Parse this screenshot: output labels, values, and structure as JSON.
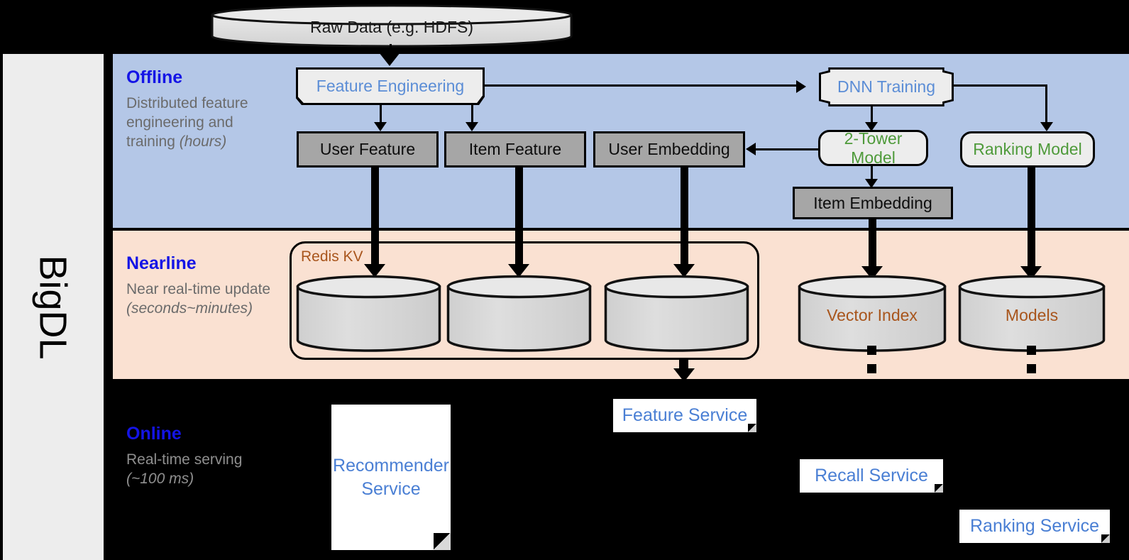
{
  "brand": {
    "name": "BigDL"
  },
  "source": {
    "label": "Raw Data (e.g. HDFS)"
  },
  "bands": {
    "offline": {
      "title": "Offline",
      "subtitle": "Distributed feature engineering and training ",
      "subtitle_italic": "(hours)"
    },
    "nearline": {
      "title": "Nearline",
      "subtitle": "Near real-time update ",
      "subtitle_italic": "(seconds~minutes)"
    },
    "online": {
      "title": "Online",
      "subtitle": "Real-time serving ",
      "subtitle_italic": "(~100 ms)"
    }
  },
  "offline": {
    "feature_engineering": "Feature Engineering",
    "dnn_training": "DNN Training",
    "user_feature": "User Feature",
    "item_feature": "Item Feature",
    "user_embedding": "User Embedding",
    "two_tower_model": "2-Tower Model",
    "ranking_model": "Ranking Model",
    "item_embedding": "Item Embedding"
  },
  "nearline": {
    "redis_kv": "Redis KV",
    "store_1": "",
    "store_2": "",
    "store_3": "",
    "vector_index": "Vector Index",
    "models": "Models"
  },
  "online": {
    "recommender_service": "Recommender Service",
    "feature_service": "Feature Service",
    "recall_service": "Recall Service",
    "ranking_service": "Ranking Service"
  },
  "colors": {
    "offline_band": "#b4c7e7",
    "nearline_band": "#fae1d2",
    "online_band": "#000000",
    "band_title": "#1414e6",
    "process_text": "#5b8dd6",
    "model_text": "#4e9a3a",
    "store_text": "#a8551c",
    "data_box": "#a6a6a6",
    "rail": "#ededed"
  }
}
